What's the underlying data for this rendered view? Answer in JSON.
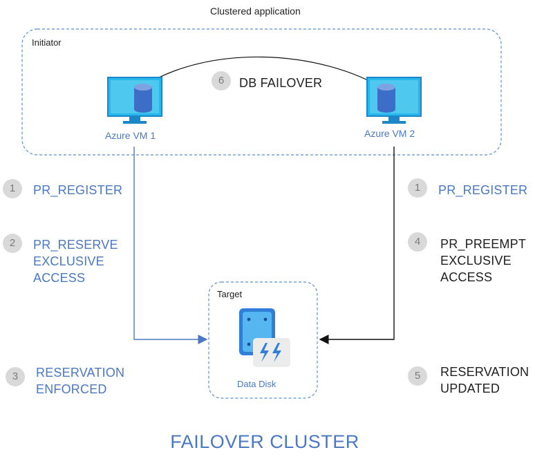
{
  "title": "Clustered application",
  "initiator_label": "Initiator",
  "target_label": "Target",
  "vm1": {
    "label": "Azure VM 1"
  },
  "vm2": {
    "label": "Azure VM 2"
  },
  "disk": {
    "label": "Data Disk"
  },
  "steps": [
    {
      "num": "1",
      "lines": [
        "PR_REGISTER"
      ]
    },
    {
      "num": "2",
      "lines": [
        "PR_RESERVE",
        "EXCLUSIVE",
        "ACCESS"
      ]
    },
    {
      "num": "3",
      "lines": [
        "RESERVATION",
        "ENFORCED"
      ]
    },
    {
      "num": "1",
      "lines": [
        "PR_REGISTER"
      ]
    },
    {
      "num": "4",
      "lines": [
        "PR_PREEMPT",
        "EXCLUSIVE",
        "ACCESS"
      ]
    },
    {
      "num": "5",
      "lines": [
        "RESERVATION",
        "UPDATED"
      ]
    },
    {
      "num": "6",
      "lines": [
        "DB FAILOVER"
      ]
    }
  ],
  "footer": "FAILOVER CLUSTER",
  "colors": {
    "accent_blue": "#4a78c2",
    "monitor_cyan": "#27b7ea",
    "db_blue": "#3d6ec7",
    "disk_blue": "#2f7fd8",
    "dashed_border": "#5b8fd0",
    "step_circle": "#d9d9d9"
  }
}
